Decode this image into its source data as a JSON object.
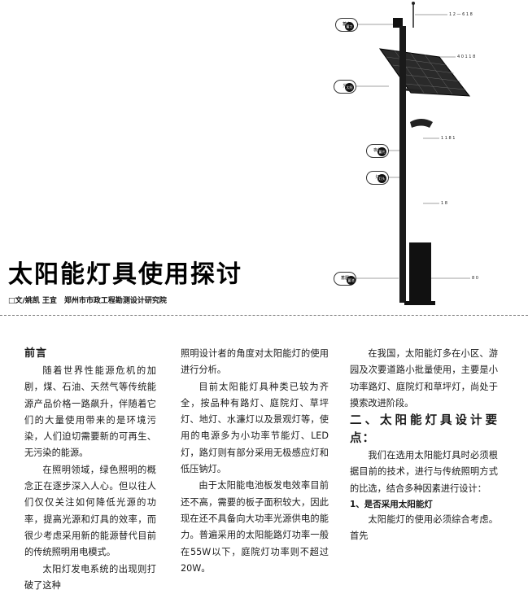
{
  "article": {
    "title": "太阳能灯具使用探讨",
    "byline": "□文/姚凯 王宜　郑州市市政工程勘测设计研究院"
  },
  "illustration": {
    "pill_labels": [
      "蓄力",
      "光",
      "夜灯",
      "灯",
      "蓄器"
    ],
    "dot_labels": [
      "蓄力",
      "太阳光",
      "蓄光灯",
      "灯头",
      "蓄池蓄"
    ],
    "right_labels": [
      "1 2 — 6 1 8",
      "4 0 1 1 8",
      "1 1 8 1",
      "1 8",
      "8 0"
    ]
  },
  "column1": {
    "heading": "前言",
    "paragraphs": [
      "随着世界性能源危机的加剧，煤、石油、天然气等传统能源产品价格一路飙升，伴随着它们的大量使用带来的是环境污染，人们迫切需要新的可再生、无污染的能源。",
      "在照明领域，绿色照明的概念正在逐步深入人心。但以往人们仅仅关注如何降低光源的功率，提高光源和灯具的效率，而很少考虑采用新的能源替代目前的传统照明用电模式。",
      "太阳灯发电系统的出现则打破了这种"
    ]
  },
  "column2": {
    "paragraphs": [
      "照明设计者的角度对太阳能灯的使用进行分析。",
      "目前太阳能灯具种类已较为齐全，按品种有路灯、庭院灯、草坪灯、地灯、水濂灯以及景观灯等，使用的电源多为小功率节能灯、LED灯，路灯则有部分采用无极感应灯和低压钠灯。",
      "由于太阳能电池板发电效率目前还不高，需要的板子面积较大，因此现在还不具备向大功率光源供电的能力。普遍采用的太阳能路灯功率一般在55W以下，庭院灯功率则不超过20W。"
    ]
  },
  "column3": {
    "paragraph": "在我国，太阳能灯多在小区、游园及次要道路小批量使用，主要是小功率路灯、庭院灯和草坪灯，尚处于摸索改进阶段。",
    "section_heading": "二、太阳能灯具设计要点：",
    "section_paragraph": "我们在选用太阳能灯具时必须根据目前的技术，进行与传统照明方式的比选，结合多种因素进行设计：",
    "subheading": "1、是否采用太阳能灯",
    "last_line": "太阳能灯的使用必须综合考虑。首先"
  }
}
